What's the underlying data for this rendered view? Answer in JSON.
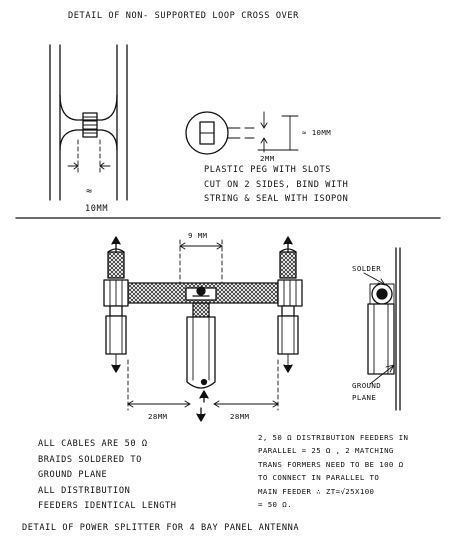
{
  "crossover": {
    "title": "DETAIL OF NON- SUPPORTED LOOP CROSS OVER",
    "approx": "≈",
    "width_label": "10mm"
  },
  "peg": {
    "size_label": "≈ 10mm",
    "slot_label": "2mm",
    "note_lines": [
      "PLASTIC PEG WITH SLOTS",
      "CUT ON 2 SIDES, BIND WITH",
      "STRING & SEAL WITH ISOPON"
    ]
  },
  "splitter": {
    "gap_label": "9 mm",
    "left_length": "28mm",
    "right_length": "28mm"
  },
  "side": {
    "solder_label": "SOLDER",
    "ground_plane_lines": [
      "GROUND",
      "PLANE"
    ]
  },
  "notes_left": [
    "ALL CABLES ARE 50 Ω",
    "BRAIDS SOLDERED TO",
    "GROUND PLANE",
    "ALL DISTRIBUTION",
    "FEEDERS IDENTICAL LENGTH"
  ],
  "notes_right": [
    "2, 50 Ω DISTRIBUTION FEEDERS IN",
    "PARALLEL = 25 Ω , 2 MATCHING",
    "TRANS FORMERS NEED TO BE 100 Ω",
    "TO CONNECT IN PARALLEL TO",
    "MAIN FEEDER  ∴ ZT=√25x100",
    "= 50 Ω."
  ],
  "footer_title": "DETAIL OF POWER SPLITTER FOR 4 BAY PANEL ANTENNA"
}
